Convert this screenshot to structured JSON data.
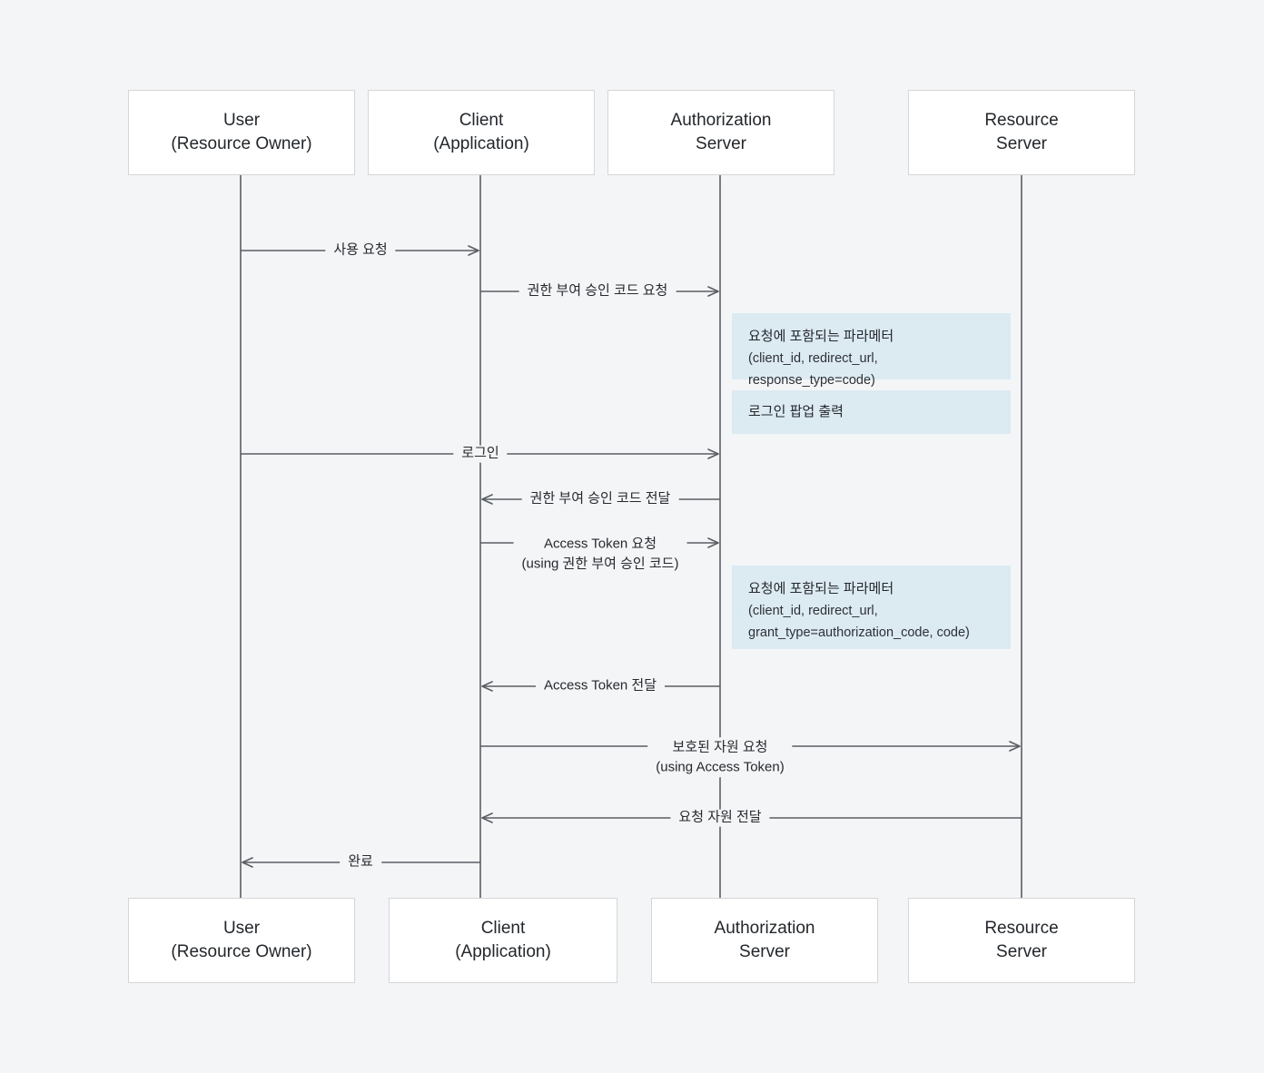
{
  "diagram": {
    "title": "OAuth 2.0 Authorization Code Grant sequence diagram",
    "background_color": "#f4f5f7",
    "line_color": "#5a5e63",
    "box_border_color": "#d4d6d8",
    "box_fill_color": "#ffffff",
    "note_fill_color": "#dceaf2",
    "text_color": "#25292e"
  },
  "participants_top": [
    {
      "line1": "User",
      "line2": "(Resource Owner)"
    },
    {
      "line1": "Client",
      "line2": "(Application)"
    },
    {
      "line1": "Authorization",
      "line2": "Server"
    },
    {
      "line1": "Resource",
      "line2": "Server"
    }
  ],
  "participants_bottom": [
    {
      "line1": "User",
      "line2": "(Resource Owner)"
    },
    {
      "line1": "Client",
      "line2": "(Application)"
    },
    {
      "line1": "Authorization",
      "line2": "Server"
    },
    {
      "line1": "Resource",
      "line2": "Server"
    }
  ],
  "messages": [
    {
      "id": "m1",
      "label": "사용 요청",
      "sub": "",
      "from": "User (Resource Owner)",
      "to": "Client (Application)",
      "direction": "right"
    },
    {
      "id": "m2",
      "label": "권한 부여 승인 코드 요청",
      "sub": "",
      "from": "Client (Application)",
      "to": "Authorization Server",
      "direction": "right"
    },
    {
      "id": "m3",
      "label": "로그인",
      "sub": "",
      "from": "User (Resource Owner)",
      "to": "Authorization Server",
      "direction": "right"
    },
    {
      "id": "m4",
      "label": "권한 부여 승인 코드 전달",
      "sub": "",
      "from": "Authorization Server",
      "to": "Client (Application)",
      "direction": "left"
    },
    {
      "id": "m5",
      "label": "Access Token 요청",
      "sub": "(using 권한 부여 승인 코드)",
      "from": "Client (Application)",
      "to": "Authorization Server",
      "direction": "right"
    },
    {
      "id": "m6",
      "label": "Access Token 전달",
      "sub": "",
      "from": "Authorization Server",
      "to": "Client (Application)",
      "direction": "left"
    },
    {
      "id": "m7",
      "label": "보호된 자원 요청",
      "sub": "(using Access Token)",
      "from": "Client (Application)",
      "to": "Resource Server",
      "direction": "right"
    },
    {
      "id": "m8",
      "label": "요청 자원 전달",
      "sub": "",
      "from": "Resource Server",
      "to": "Client (Application)",
      "direction": "left"
    },
    {
      "id": "m9",
      "label": "완료",
      "sub": "",
      "from": "Client (Application)",
      "to": "User (Resource Owner)",
      "direction": "left"
    }
  ],
  "notes": [
    {
      "id": "n1",
      "title": "요청에 포함되는 파라메터",
      "lines": [
        "(client_id, redirect_url, response_type=code)"
      ]
    },
    {
      "id": "n2",
      "title": "로그인 팝업 출력",
      "lines": []
    },
    {
      "id": "n3",
      "title": "요청에 포함되는 파라메터",
      "lines": [
        "(client_id, redirect_url,",
        "grant_type=authorization_code, code)"
      ]
    }
  ]
}
